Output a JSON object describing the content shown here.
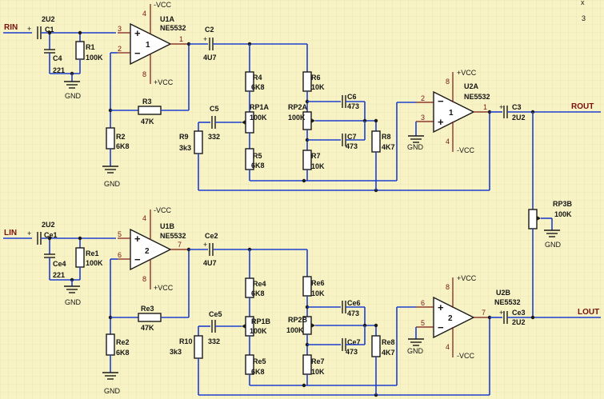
{
  "ports": {
    "rin": "RIN",
    "rout": "ROUT",
    "lin": "LIN",
    "lout": "LOUT"
  },
  "corner": {
    "a": "x",
    "b": "3"
  },
  "supply": {
    "neg": "-VCC",
    "pos": "+VCC",
    "gnd": "GND"
  },
  "pins": {
    "p1": "1",
    "p2": "2",
    "p3": "3",
    "p4": "4",
    "p5": "5",
    "p6": "6",
    "p7": "7",
    "p8": "8"
  },
  "ch1": {
    "u1a_ref": "U1A",
    "u1a_val": "NE5532",
    "u1a_sym": "1",
    "c1_val": "2U2",
    "c1_ref": "C1",
    "c4_ref": "C4",
    "c4_val": "221",
    "r1_ref": "R1",
    "r1_val": "100K",
    "c2_ref": "C2",
    "c2_val": "4U7",
    "r2_ref": "R2",
    "r2_val": "6K8",
    "r3_ref": "R3",
    "r3_val": "47K",
    "c5_ref": "C5",
    "c5_val": "332",
    "r9_ref": "R9",
    "r9_val": "3k3",
    "rp1a_ref": "RP1A",
    "rp1a_val": "100K",
    "r4_ref": "R4",
    "r4_val": "6K8",
    "r5_ref": "R5",
    "r5_val": "6K8",
    "rp2a_ref": "RP2A",
    "rp2a_val": "100K",
    "r6_ref": "R6",
    "r6_val": "10K",
    "r7_ref": "R7",
    "r7_val": "10K",
    "c6_ref": "C6",
    "c6_val": "473",
    "c7_ref": "C7",
    "c7_val": "473",
    "r8_ref": "R8",
    "r8_val": "4K7",
    "u2a_ref": "U2A",
    "u2a_val": "NE5532",
    "u2a_sym": "1",
    "c3_ref": "C3",
    "c3_val": "2U2"
  },
  "ch2": {
    "u1b_ref": "U1B",
    "u1b_val": "NE5532",
    "u1b_sym": "2",
    "c1_val": "2U2",
    "c1_ref": "Ce1",
    "c4_ref": "Ce4",
    "c4_val": "221",
    "r1_ref": "Re1",
    "r1_val": "100K",
    "c2_ref": "Ce2",
    "c2_val": "4U7",
    "r2_ref": "Re2",
    "r2_val": "6K8",
    "r3_ref": "Re3",
    "r3_val": "47K",
    "c5_ref": "Ce5",
    "c5_val": "332",
    "r10_ref": "R10",
    "r10_val": "3k3",
    "rp1b_ref": "RP1B",
    "rp1b_val": "100K",
    "r4_ref": "Re4",
    "r4_val": "6K8",
    "r5_ref": "Re5",
    "r5_val": "6K8",
    "rp2b_ref": "RP2B",
    "rp2b_val": "100K",
    "r6_ref": "Re6",
    "r6_val": "10K",
    "r7_ref": "Re7",
    "r7_val": "10K",
    "c6_ref": "Ce6",
    "c6_val": "473",
    "c7_ref": "Ce7",
    "c7_val": "473",
    "r8_ref": "Re8",
    "r8_val": "4K7",
    "u2b_ref": "U2B",
    "u2b_val": "NE5532",
    "u2b_sym": "2",
    "c3_ref": "Ce3",
    "c3_val": "2U2"
  },
  "rp3b": {
    "ref": "RP3B",
    "val": "100K"
  },
  "colors": {
    "background": "#f7f3c4",
    "wire": "#1f3fcf",
    "component": "#1a1a1a",
    "pin": "#7a1515"
  }
}
